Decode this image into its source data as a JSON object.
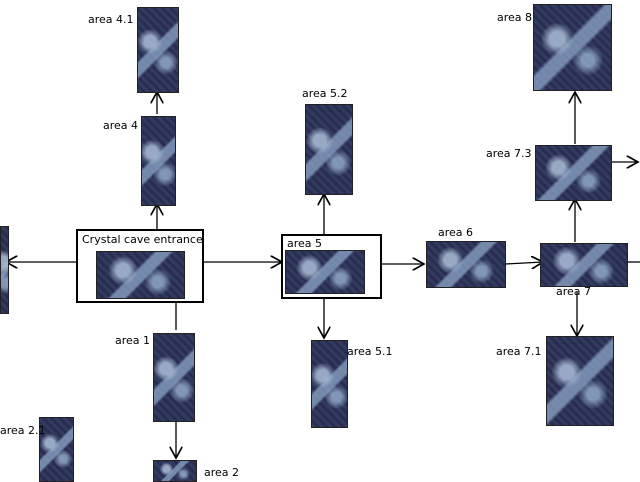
{
  "areas": {
    "entrance": "Crystal cave entrance",
    "a1": "area 1",
    "a2": "area 2",
    "a21": "area 2.1",
    "a4": "area 4",
    "a41": "area 4.1",
    "a5": "area 5",
    "a51": "area 5.1",
    "a52": "area 5.2",
    "a6": "area 6",
    "a7": "area 7",
    "a71": "area 7.1",
    "a73": "area 7.3",
    "a8": "area 8"
  }
}
